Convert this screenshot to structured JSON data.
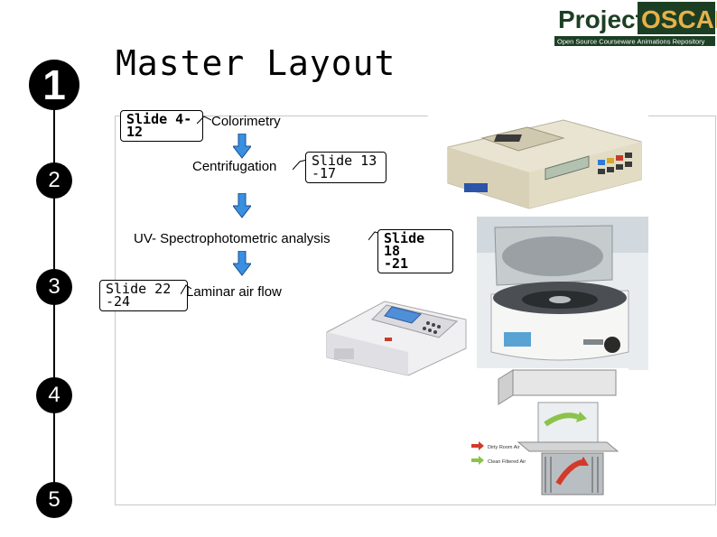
{
  "header": {
    "title": "Master Layout",
    "logo_project": "Project",
    "logo_oscar": "OSCAR",
    "logo_subtitle": "Open Source Courseware Animations Repository"
  },
  "steps": [
    "1",
    "2",
    "3",
    "4",
    "5"
  ],
  "flow": {
    "callout_1": {
      "line1": "Slide 4-",
      "line2": "12"
    },
    "label_1": "Colorimetry",
    "label_2": "Centrifugation",
    "callout_2": {
      "line1": "Slide  13",
      "line2": "-17"
    },
    "label_3": "UV- Spectrophotometric analysis",
    "callout_3": {
      "line1": "Slide 18",
      "line2": "-21"
    },
    "callout_4": {
      "line1": "Slide 22",
      "line2": "-24"
    },
    "label_4": "Laminar air flow"
  },
  "legend": {
    "dirty": "Dirty Room Air",
    "clean": "Clean Filtered Air"
  },
  "colors": {
    "logo_dark": "#1c3f23",
    "logo_gold": "#e6b04a",
    "arrow_blue": "#3a8fe0",
    "dirty_air": "#d23a2a",
    "clean_air": "#8bc34a"
  }
}
